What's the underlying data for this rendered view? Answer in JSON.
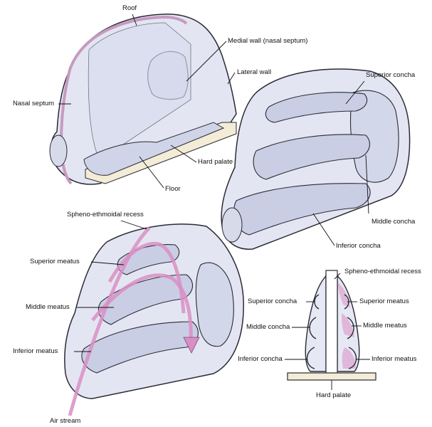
{
  "colors": {
    "shell": "#e3e6f2",
    "inner": "#d3d7ea",
    "concha": "#c9cee4",
    "airstream": "#d98fc4",
    "hard_palate": "#f3ecd6",
    "septum_rim": "#c79ac0",
    "outline": "#2a2a35"
  },
  "labels": {
    "roof": "Roof",
    "medial_wall": "Medial wall (nasal septum)",
    "lateral_wall": "Lateral wall",
    "nasal_septum": "Nasal septum",
    "hard_palate_top": "Hard palate",
    "floor": "Floor",
    "superior_concha_top": "Superior concha",
    "middle_concha_top": "Middle concha",
    "inferior_concha_top": "Inferior concha",
    "spheno_recess_left": "Spheno-ethmoidal recess",
    "superior_meatus_left": "Superior meatus",
    "middle_meatus_left": "Middle meatus",
    "inferior_meatus_left": "Inferior meatus",
    "air_stream": "Air stream",
    "spheno_recess_right": "Spheno-ethmoidal recess",
    "superior_concha_sec": "Superior concha",
    "superior_meatus_sec": "Superior meatus",
    "middle_concha_sec": "Middle concha",
    "middle_meatus_sec": "Middle meatus",
    "inferior_concha_sec": "Inferior concha",
    "inferior_meatus_sec": "Inferior meatus",
    "hard_palate_sec": "Hard palate"
  }
}
